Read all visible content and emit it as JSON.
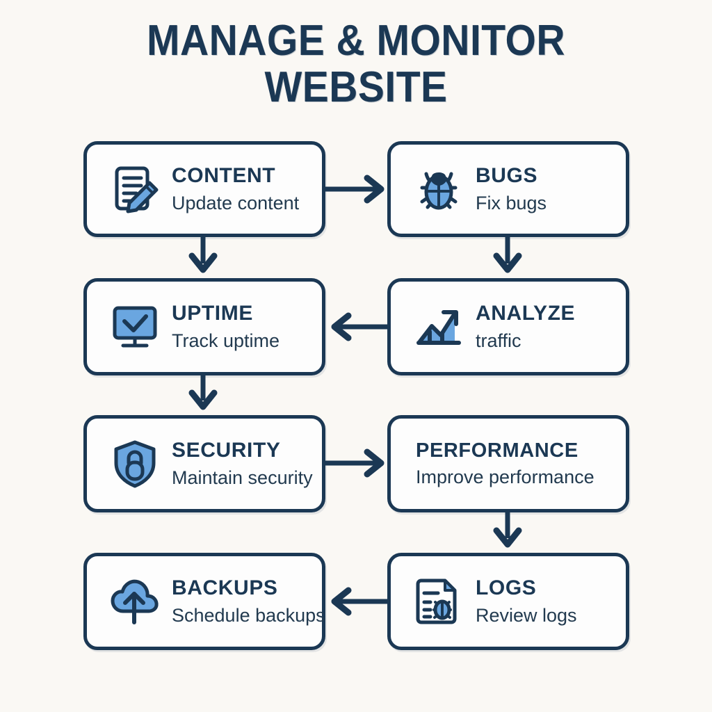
{
  "page": {
    "title": "MANAGE & MONITOR\nWEBSITE",
    "background_color": "#faf8f4",
    "accent_blue": "#6aa6e0",
    "ink_navy": "#1b3854"
  },
  "nodes": [
    {
      "id": "content",
      "title": "CONTENT",
      "subtitle": "Update content",
      "icon": "document-pencil-icon"
    },
    {
      "id": "bugs",
      "title": "BUGS",
      "subtitle": "Fix bugs",
      "icon": "bug-icon"
    },
    {
      "id": "uptime",
      "title": "UPTIME",
      "subtitle": "Track uptime",
      "icon": "monitor-check-icon"
    },
    {
      "id": "analyze",
      "title": "ANALYZE",
      "subtitle": "traffic",
      "icon": "growth-chart-icon"
    },
    {
      "id": "security",
      "title": "SECURITY",
      "subtitle": "Maintain security",
      "icon": "shield-lock-icon"
    },
    {
      "id": "performance",
      "title": "PERFORMANCE",
      "subtitle": "Improve performance",
      "icon": "none"
    },
    {
      "id": "backups",
      "title": "BACKUPS",
      "subtitle": "Schedule backups",
      "icon": "cloud-upload-icon"
    },
    {
      "id": "logs",
      "title": "LOGS",
      "subtitle": "Review logs",
      "icon": "document-bug-icon"
    }
  ],
  "connectors": [
    {
      "id": "content-to-bugs",
      "from": "content",
      "to": "bugs",
      "direction": "right"
    },
    {
      "id": "content-to-uptime",
      "from": "content",
      "to": "uptime",
      "direction": "down"
    },
    {
      "id": "bugs-to-analyze",
      "from": "bugs",
      "to": "analyze",
      "direction": "down"
    },
    {
      "id": "analyze-to-uptime",
      "from": "analyze",
      "to": "uptime",
      "direction": "left"
    },
    {
      "id": "uptime-to-security",
      "from": "uptime",
      "to": "security",
      "direction": "down"
    },
    {
      "id": "security-to-performance",
      "from": "security",
      "to": "performance",
      "direction": "right"
    },
    {
      "id": "performance-to-logs",
      "from": "performance",
      "to": "logs",
      "direction": "down"
    },
    {
      "id": "logs-to-backups",
      "from": "logs",
      "to": "backups",
      "direction": "left"
    }
  ]
}
